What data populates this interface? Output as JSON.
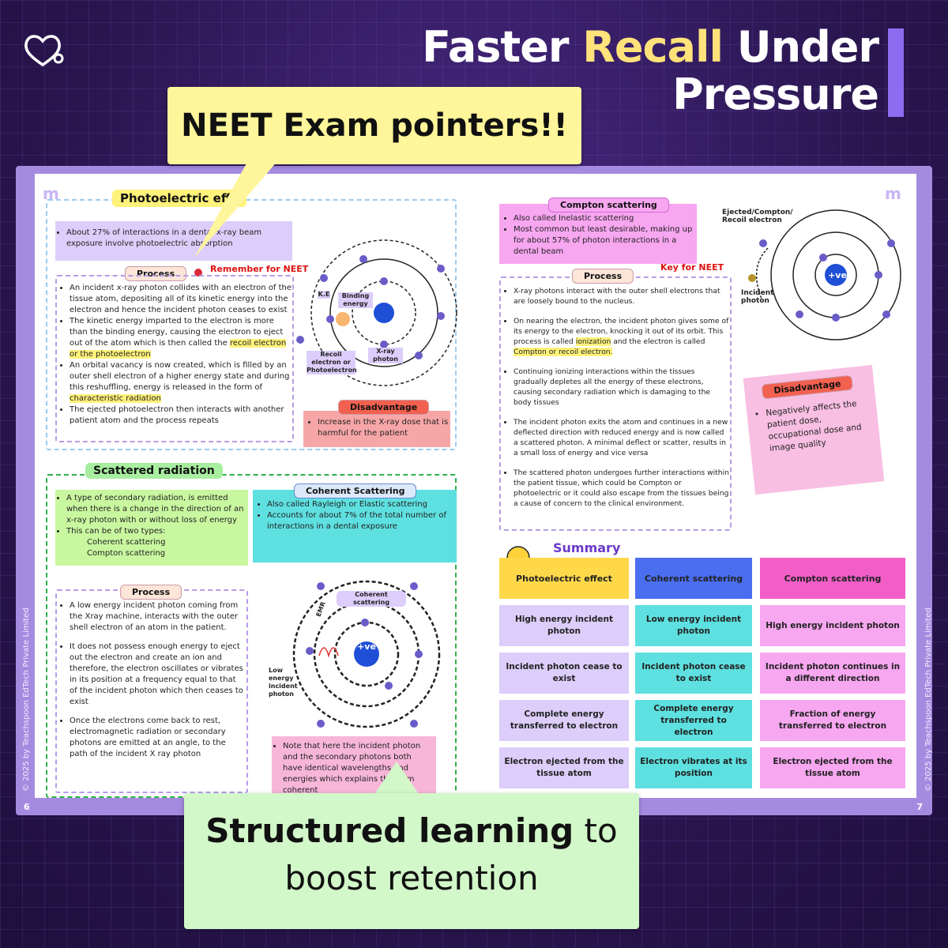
{
  "headline": {
    "word1": "Faster ",
    "word2": "Recall",
    "word3": " Under",
    "line2": "Pressure"
  },
  "callout_top": {
    "text": "NEET Exam pointers!!"
  },
  "callout_bottom": {
    "bold": "Structured learning",
    "rest1": " to",
    "line2": "boost retention"
  },
  "page_left": {
    "number": "6",
    "copyright": "© 2025 by Teachspoon EdTech Private Limited",
    "photo": {
      "tag": "Photoelectric effe",
      "intro": "About 27% of interactions in a dental x-ray beam exposure involve photoelectric absorption",
      "process_label": "Process",
      "remember": "Remember for NEET",
      "points": [
        "An incident x-ray photon collides with an electron of the tissue atom, depositing all of its kinetic energy into the electron and hence the incident photon ceases to exist",
        "The kinetic energy imparted to the electron is more than the binding energy, causing the electron to eject out of the atom which is then called the ",
        "An orbital vacancy is now created, which is filled by an outer shell electron of a higher energy state and during this reshuffling, energy is released in the form of ",
        "The ejected photoelectron then interacts with another patient atom and the process repeats"
      ],
      "hl1": "recoil electron or the photoelectron",
      "hl2": "characteristic radiation",
      "diagram": {
        "ke": "K.E",
        "binding": "Binding energy",
        "recoil": "Recoil electron or Photoelectron",
        "xray": "X-ray photon"
      },
      "disadv_label": "Disadvantage",
      "disadv_text": "Increase in the X-ray dose that is harmful for the patient"
    },
    "scatter": {
      "tag": "Scattered radiation",
      "green_points": [
        "A type of secondary radiation, is emitted when there is a change in the direction of an x-ray photon with or without loss of energy",
        "This can be of two types:"
      ],
      "types": [
        "Coherent scattering",
        "Compton scattering"
      ],
      "coherent_tag": "Coherent Scattering",
      "coherent_points": [
        "Also called Rayleigh or Elastic scattering",
        "Accounts for about 7% of the total number of interactions in a dental exposure"
      ],
      "process_label": "Process",
      "points": [
        "A low energy incident photon coming from the Xray machine, interacts with the outer shell electron of an atom in the patient.",
        "It does not possess enough energy to eject out the electron and create an ion and therefore, the electron oscillates or vibrates in its position at a frequency equal to that of the incident photon which then ceases to exist",
        "Once the electrons come back to rest, electromagnetic radiation or secondary photons are emitted at an angle, to the path of the incident X ray photon"
      ],
      "diagram": {
        "emr": "EMR",
        "coherent": "Coherent scattering",
        "low": "Low energy incident photon",
        "nucleus": "+ve"
      },
      "note": "Note that here the incident photon and the secondary photons both have identical wavelengths and energies which explains the term coherent"
    }
  },
  "page_right": {
    "number": "7",
    "copyright": "© 2025 by Teachspoon EdTech Private Limited",
    "compton_tag": "Compton scattering",
    "compton_points": [
      "Also called Inelastic scattering",
      "Most common but least desirable, making up for about 57% of photon interactions in a dental beam"
    ],
    "diagram": {
      "ejected": "Ejected/Compton/ Recoil electron",
      "incident": "Incident photon",
      "nucleus": "+ve"
    },
    "process_label": "Process",
    "key": "Key for NEET",
    "points": [
      "X-ray photons interact with the outer shell electrons that are loosely bound to the nucleus.",
      "On nearing the electron, the incident photon gives some of its energy to the electron, knocking it out of its orbit. This process is called ",
      "Continuing ionizing interactions within the tissues gradually depletes all the energy of these electrons, causing secondary radiation which is damaging to the body tissues",
      "The incident photon exits the atom and continues in a new deflected direction with reduced energy and is now called a scattered photon. A minimal deflect or scatter, results in a small loss of energy and vice versa",
      "The scattered photon undergoes further interactions within the patient tissue, which could be Compton or photoelectric or it could also escape from the tissues being a cause of concern to the clinical environment."
    ],
    "hl_ionization": "ionization",
    "mid_text": " and the electron is called ",
    "hl_compton": "Compton or recoil electron.",
    "disadv_label": "Disadvantage",
    "disadv_text": "Negatively affects the patient dose, occupational dose and image quality",
    "summary": {
      "title": "Summary",
      "headers": [
        "Photoelectric effect",
        "Coherent scattering",
        "Compton scattering"
      ],
      "rows": [
        [
          "High energy incident photon",
          "Low energy incident photon",
          "High energy incident photon"
        ],
        [
          "Incident photon cease to exist",
          "Incident photon cease to exist",
          "Incident photon continues in a different direction"
        ],
        [
          "Complete energy transferred to electron",
          "Complete energy transferred to electron",
          "Fraction of energy transferred to electron"
        ],
        [
          "Electron ejected from the tissue atom",
          "Electron vibrates at its position",
          "Electron ejected from the tissue atom"
        ]
      ]
    }
  },
  "colors": {
    "bg": "#2a1650",
    "accent": "#8c6cf0",
    "headline_highlight": "#ffe27a"
  }
}
